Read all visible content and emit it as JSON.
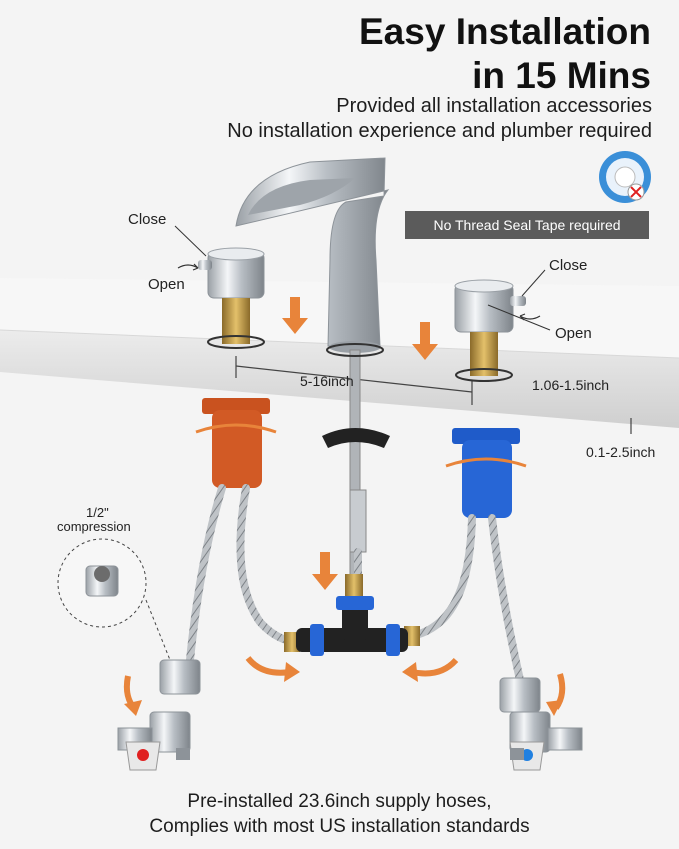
{
  "header": {
    "title_line1": "Easy Installation",
    "title_line2": "in 15 Mins",
    "subtitle_line1": "Provided all installation accessories",
    "subtitle_line2": "No installation experience and plumber required"
  },
  "tape": {
    "label": "No Thread Seal Tape required"
  },
  "left_handle": {
    "close_label": "Close",
    "open_label": "Open"
  },
  "right_handle": {
    "close_label": "Close",
    "open_label": "Open"
  },
  "dimensions": {
    "spread": "5-16inch",
    "hole": "1.06-1.5inch",
    "deck": "0.1-2.5inch"
  },
  "fitting": {
    "size": "1/2\"",
    "type": "compression"
  },
  "footer": {
    "line1": "Pre-installed 23.6inch supply hoses,",
    "line2": "Complies with most US installation standards"
  },
  "colors": {
    "hot": "#c9521f",
    "cold": "#1f5bc9",
    "arrow": "#e8843a",
    "chrome": "#c8ccd0"
  }
}
